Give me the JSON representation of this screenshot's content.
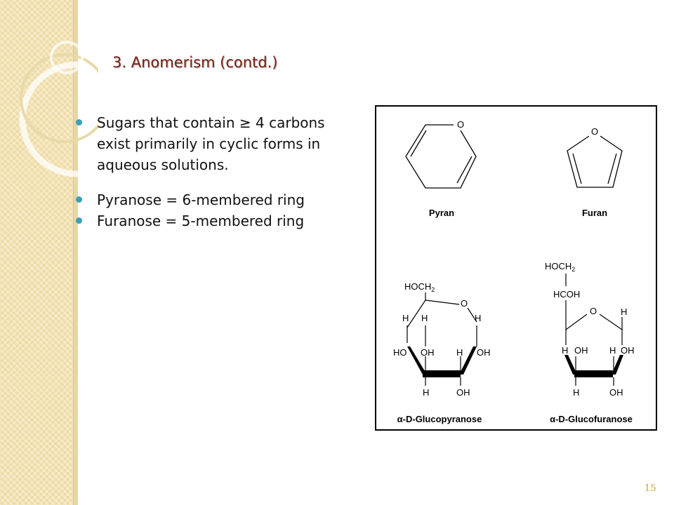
{
  "slide": {
    "title": "3. Anomerism (contd.)",
    "bullets": [
      "Sugars that contain ≥ 4 carbons exist primarily in cyclic forms in aqueous solutions.",
      "Pyranose = 6-membered ring",
      "Furanose = 5-membered ring"
    ],
    "page_number": "15"
  },
  "figure": {
    "pyran": {
      "ring_atom": "O",
      "label": "Pyran"
    },
    "furan": {
      "ring_atom": "O",
      "label": "Furan"
    },
    "glucopyranose": {
      "label": "α-D-Glucopyranose",
      "hoch2": "HOCH",
      "hoch2_sub": "2",
      "ring_O": "O",
      "H_c4": "H",
      "H_c5": "H",
      "H_c1": "H",
      "HO_c4": "HO",
      "OH_c3": "OH",
      "H_c2": "H",
      "OH_c1": "OH",
      "H_c3": "H",
      "OH_c2": "OH"
    },
    "glucofuranose": {
      "label": "α-D-Glucofuranose",
      "hoch2": "HOCH",
      "hoch2_sub": "2",
      "hcoh": "HCOH",
      "ring_O": "O",
      "H_c1": "H",
      "H_c4": "H",
      "OH_c3": "OH",
      "H_c2": "H",
      "OH_c1": "OH",
      "H_c3b": "H",
      "OH_c2": "OH"
    }
  },
  "colors": {
    "title": "#7d1e12",
    "bullet": "#3aa0b8",
    "sidebar": "#f3e3b4",
    "page_number": "#c8a030"
  }
}
